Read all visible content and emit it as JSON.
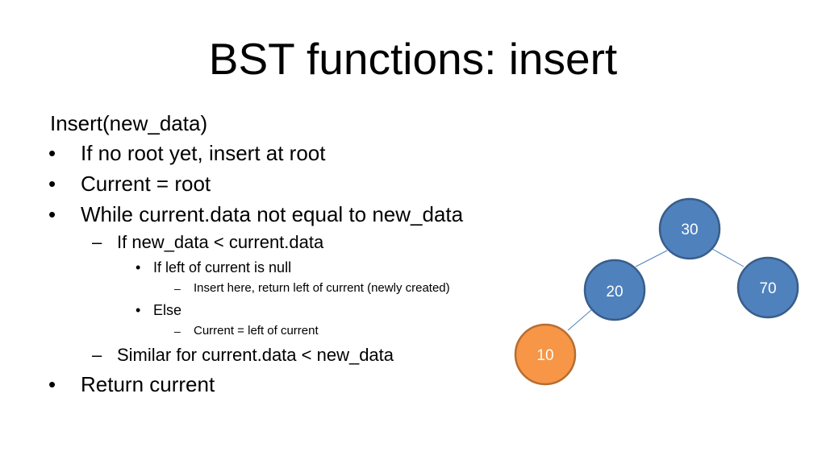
{
  "slide": {
    "title": "BST functions: insert"
  },
  "content": {
    "signature": "Insert(new_data)",
    "bullet_l1": "•",
    "dash": "–",
    "bullet_l3": "•",
    "lines": {
      "no_root": "If no root yet, insert at root",
      "current_root": "Current = root",
      "while_loop": "While current.data not equal to new_data",
      "if_less": "If new_data < current.data",
      "if_left_null": "If left of current is null",
      "insert_here": "Insert here, return left of current (newly created)",
      "else": "Else",
      "current_left": "Current = left of current",
      "similar": "Similar for current.data < new_data",
      "return_current": "Return current"
    }
  },
  "tree": {
    "colors": {
      "default_fill": "#4f81bd",
      "default_stroke": "#385d8a",
      "highlight_fill": "#f79646",
      "highlight_stroke": "#b66d31",
      "edge": "#4f81bd"
    },
    "nodes": {
      "n30": "30",
      "n20": "20",
      "n70": "70",
      "n10": "10"
    }
  }
}
